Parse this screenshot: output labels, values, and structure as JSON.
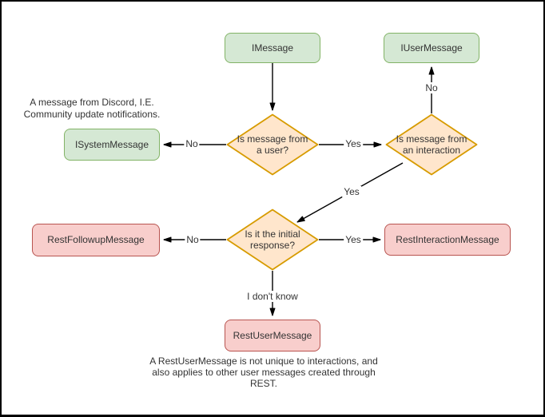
{
  "diagram": {
    "nodes": {
      "imessage": {
        "label": "IMessage",
        "shape": "rounded-rect"
      },
      "iusermessage": {
        "label": "IUserMessage",
        "shape": "rounded-rect"
      },
      "isystemmessage": {
        "label": "ISystemMessage",
        "shape": "rounded-rect"
      },
      "decision_user": {
        "label": "Is message from a user?",
        "shape": "diamond"
      },
      "decision_interaction": {
        "label": "Is message from an interaction",
        "shape": "diamond"
      },
      "decision_initial": {
        "label": "Is it the initial response?",
        "shape": "diamond"
      },
      "restfollowupmessage": {
        "label": "RestFollowupMessage",
        "shape": "rounded-rect"
      },
      "restinteractionmessage": {
        "label": "RestInteractionMessage",
        "shape": "rounded-rect"
      },
      "restusermessage": {
        "label": "RestUserMessage",
        "shape": "rounded-rect"
      }
    },
    "edge_labels": {
      "user_no": "No",
      "user_yes": "Yes",
      "interaction_no": "No",
      "interaction_yes": "Yes",
      "initial_no": "No",
      "initial_yes": "Yes",
      "initial_unknown": "I don't know"
    },
    "captions": {
      "system_message_note": "A message from Discord, I.E. Community update notifications.",
      "rest_user_message_note": "A RestUserMessage is not unique to interactions, and also applies to other user messages created through REST."
    },
    "colors": {
      "class_fill": "#d5e8d4",
      "class_stroke": "#82b366",
      "decision_fill": "#ffe6cc",
      "decision_stroke": "#d79b00",
      "rest_fill": "#f8cecc",
      "rest_stroke": "#b85450",
      "edge": "#000000",
      "text": "#333333",
      "background": "#ffffff",
      "border": "#000000"
    }
  }
}
